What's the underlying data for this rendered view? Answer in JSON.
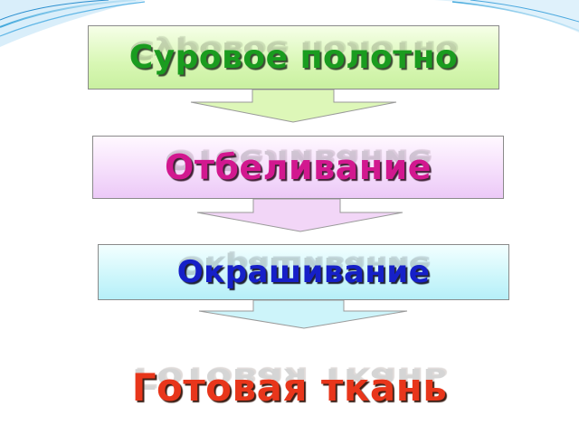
{
  "steps": [
    {
      "label": "Суровое полотно"
    },
    {
      "label": "Отбеливание"
    },
    {
      "label": "Окрашивание"
    }
  ],
  "result": {
    "label": "Готовая ткань"
  },
  "colors": {
    "step1_text": "#1a9c1f",
    "step2_text": "#d2188f",
    "step3_text": "#1620c8",
    "result_text": "#e8361b",
    "arrow1_fill": "#ddf7b8",
    "arrow2_fill": "#f2d6f7",
    "arrow3_fill": "#cdf4fa"
  }
}
